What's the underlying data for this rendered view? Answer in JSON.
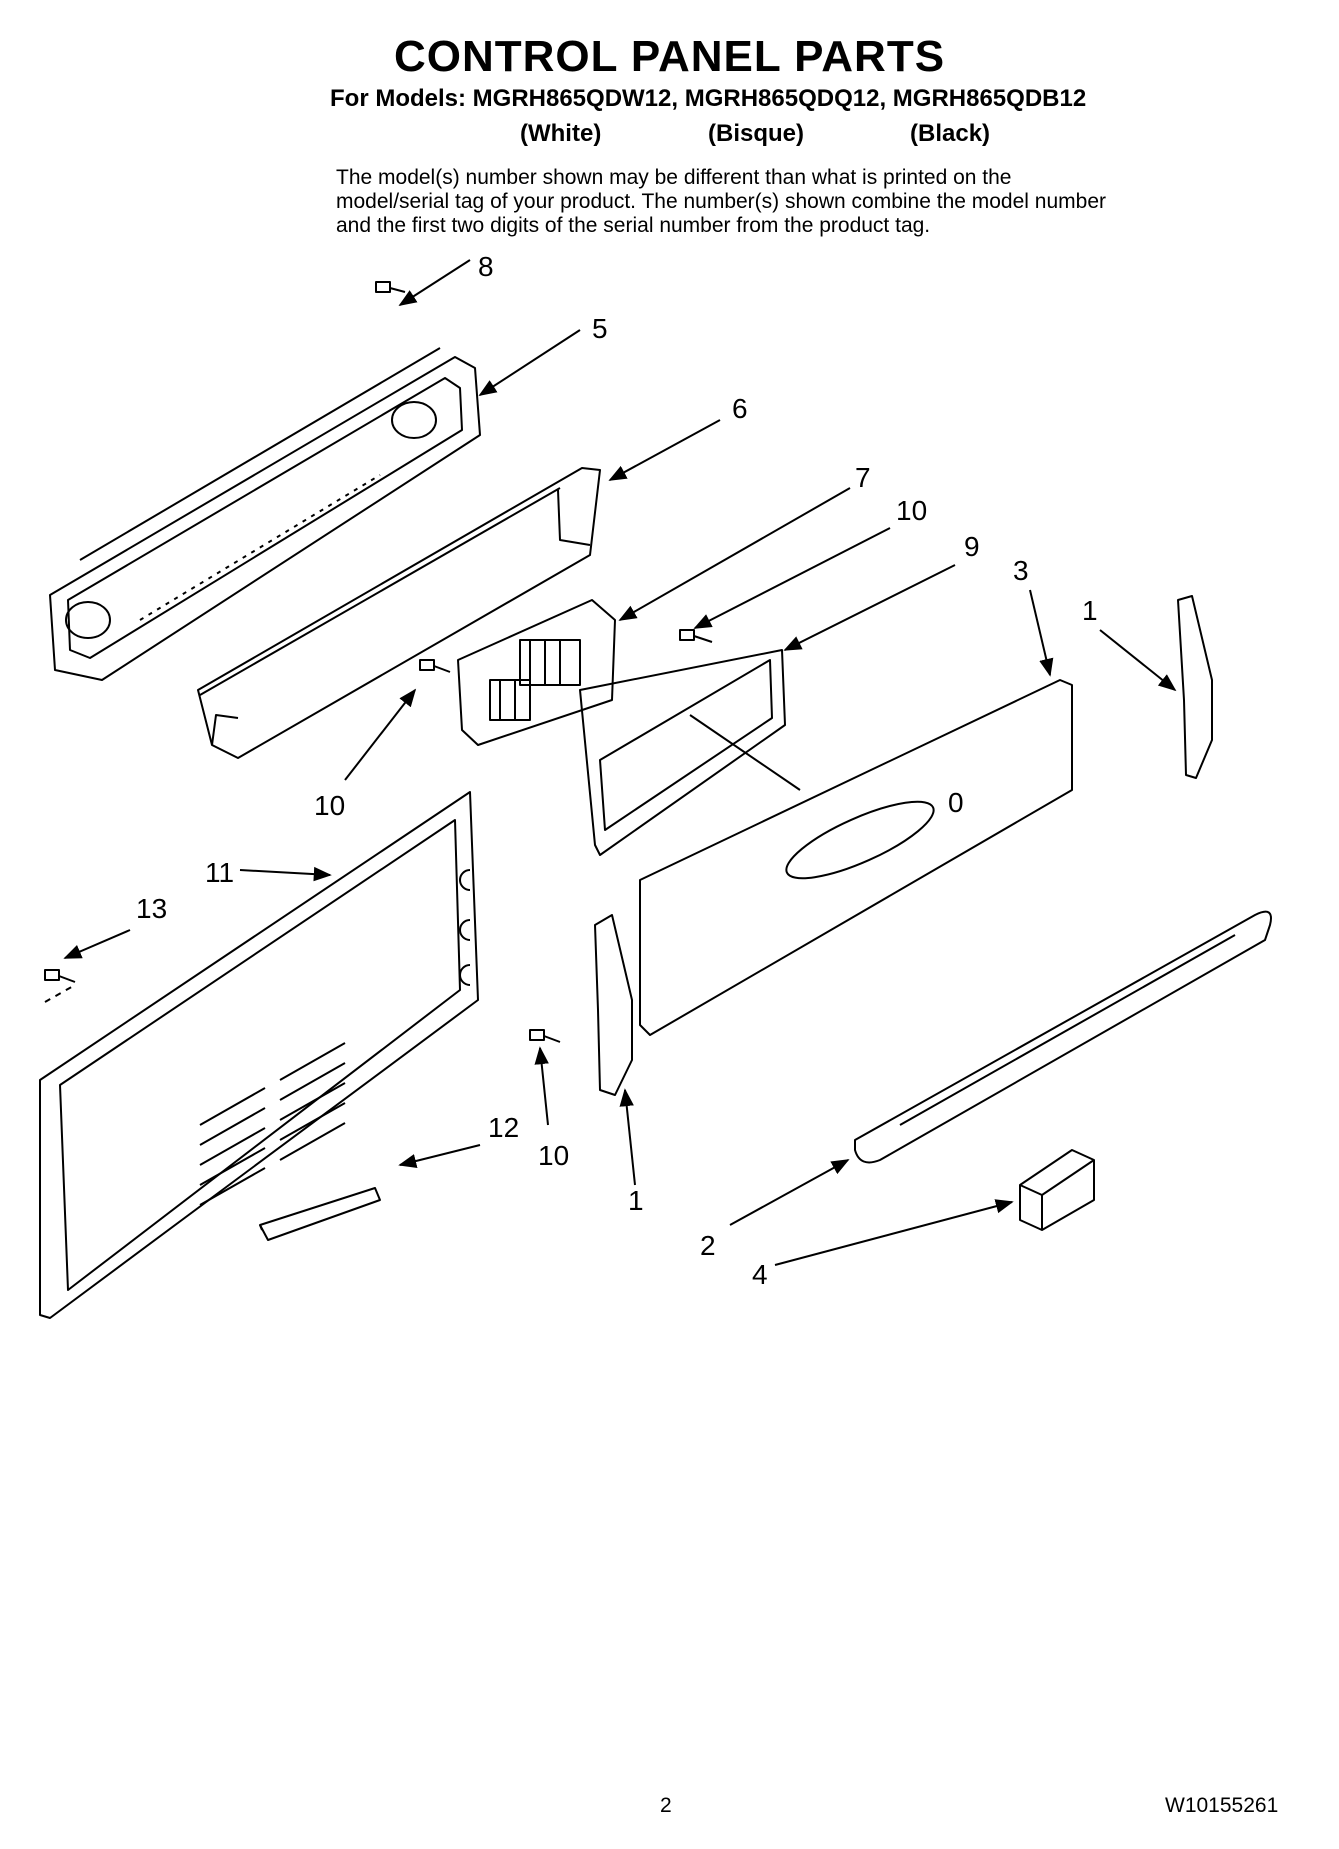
{
  "header": {
    "title": "CONTROL PANEL PARTS",
    "models_line": "For Models: MGRH865QDW12, MGRH865QDQ12, MGRH865QDB12",
    "colors": [
      "(White)",
      "(Bisque)",
      "(Black)"
    ]
  },
  "note": "The model(s) number shown may be different than what is printed on the model/serial tag of your product. The number(s) shown combine the model number and the first two digits of the serial number from the product tag.",
  "callouts": {
    "c8": "8",
    "c5": "5",
    "c6": "6",
    "c7": "7",
    "c10a": "10",
    "c9": "9",
    "c3": "3",
    "c1a": "1",
    "c10b": "10",
    "c11": "11",
    "c13": "13",
    "c12": "12",
    "c10c": "10",
    "c1b": "1",
    "c2": "2",
    "c4": "4"
  },
  "footer": {
    "page": "2",
    "doc_number": "W10155261"
  }
}
